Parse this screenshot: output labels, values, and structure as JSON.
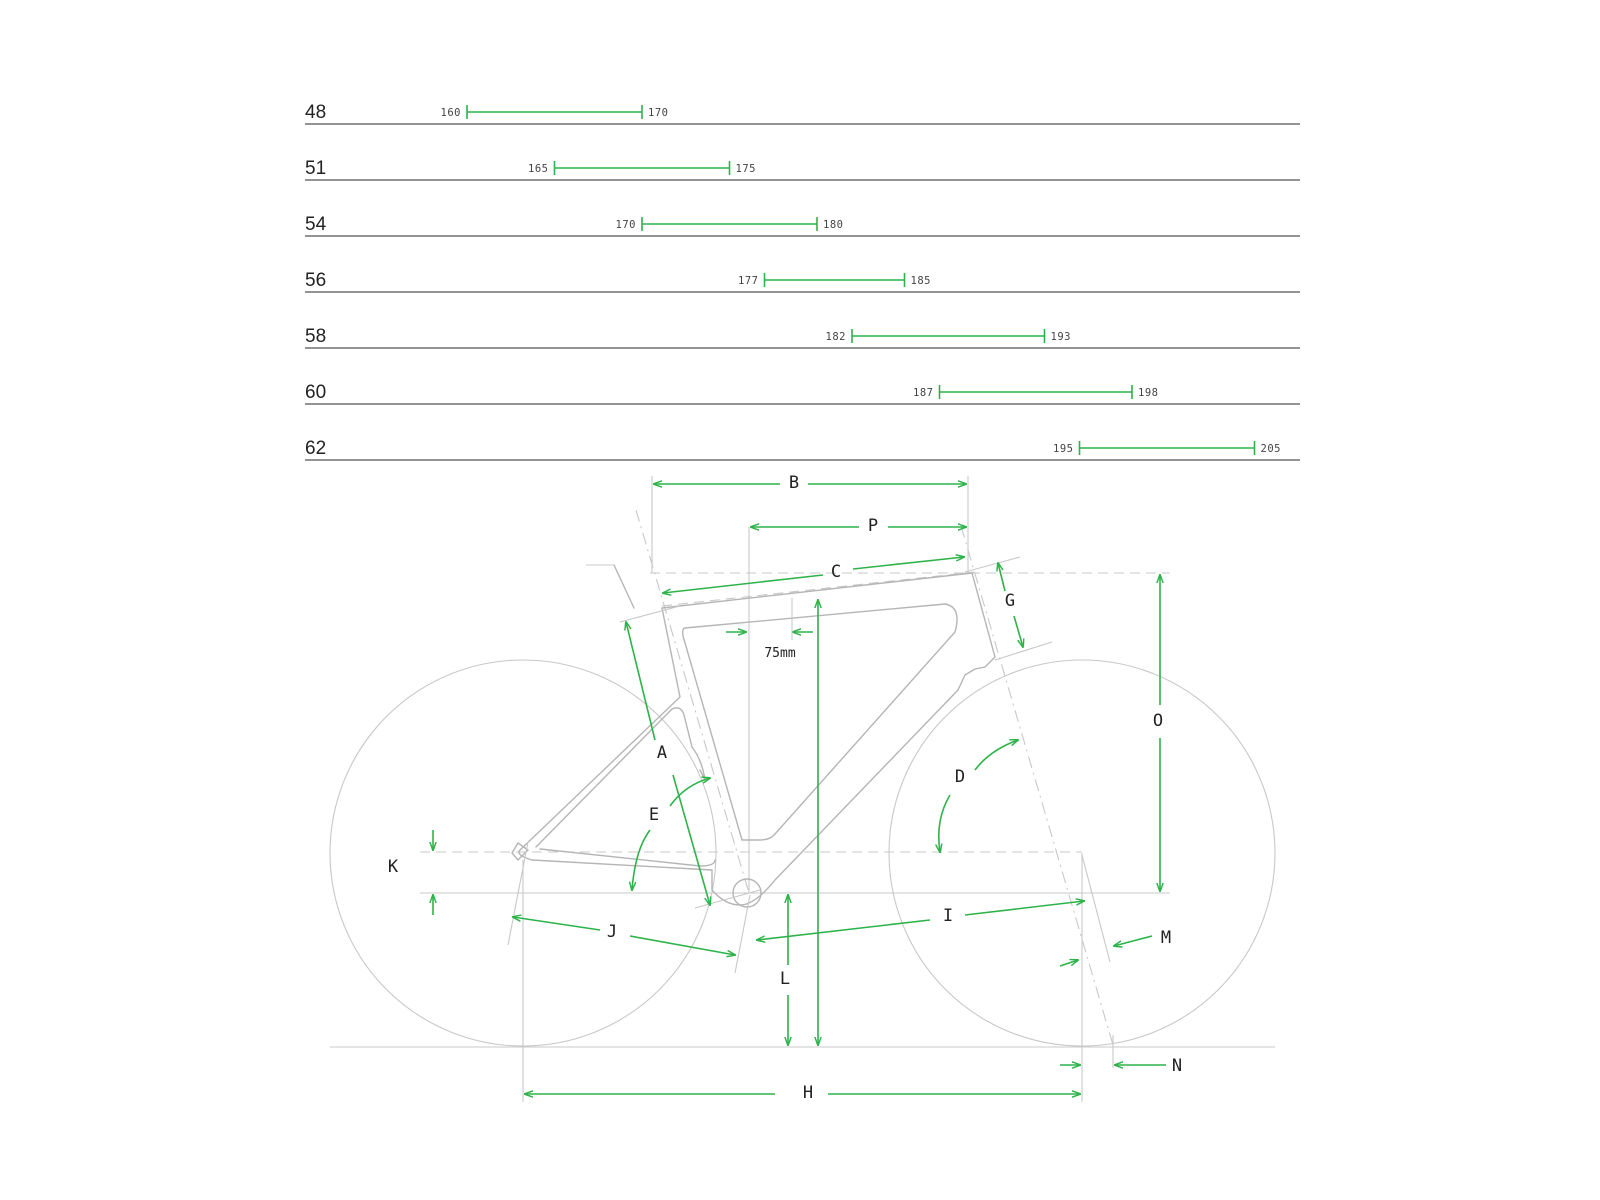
{
  "size_chart": {
    "colors": {
      "range": "#2db34a",
      "row_line": "#555555"
    },
    "rows": [
      {
        "size": "48",
        "min": "160",
        "max": "170"
      },
      {
        "size": "51",
        "min": "165",
        "max": "175"
      },
      {
        "size": "54",
        "min": "170",
        "max": "180"
      },
      {
        "size": "56",
        "min": "177",
        "max": "185"
      },
      {
        "size": "58",
        "min": "182",
        "max": "193"
      },
      {
        "size": "60",
        "min": "187",
        "max": "198"
      },
      {
        "size": "62",
        "min": "195",
        "max": "205"
      }
    ]
  },
  "geometry": {
    "colors": {
      "arrow": "#2db34a",
      "frame": "#b5b5b5"
    },
    "labels": {
      "A": "A",
      "B": "B",
      "C": "C",
      "D": "D",
      "E": "E",
      "G": "G",
      "H": "H",
      "I": "I",
      "J": "J",
      "K": "K",
      "L": "L",
      "M": "M",
      "N": "N",
      "O": "O",
      "P": "P",
      "offset": "75mm"
    }
  }
}
